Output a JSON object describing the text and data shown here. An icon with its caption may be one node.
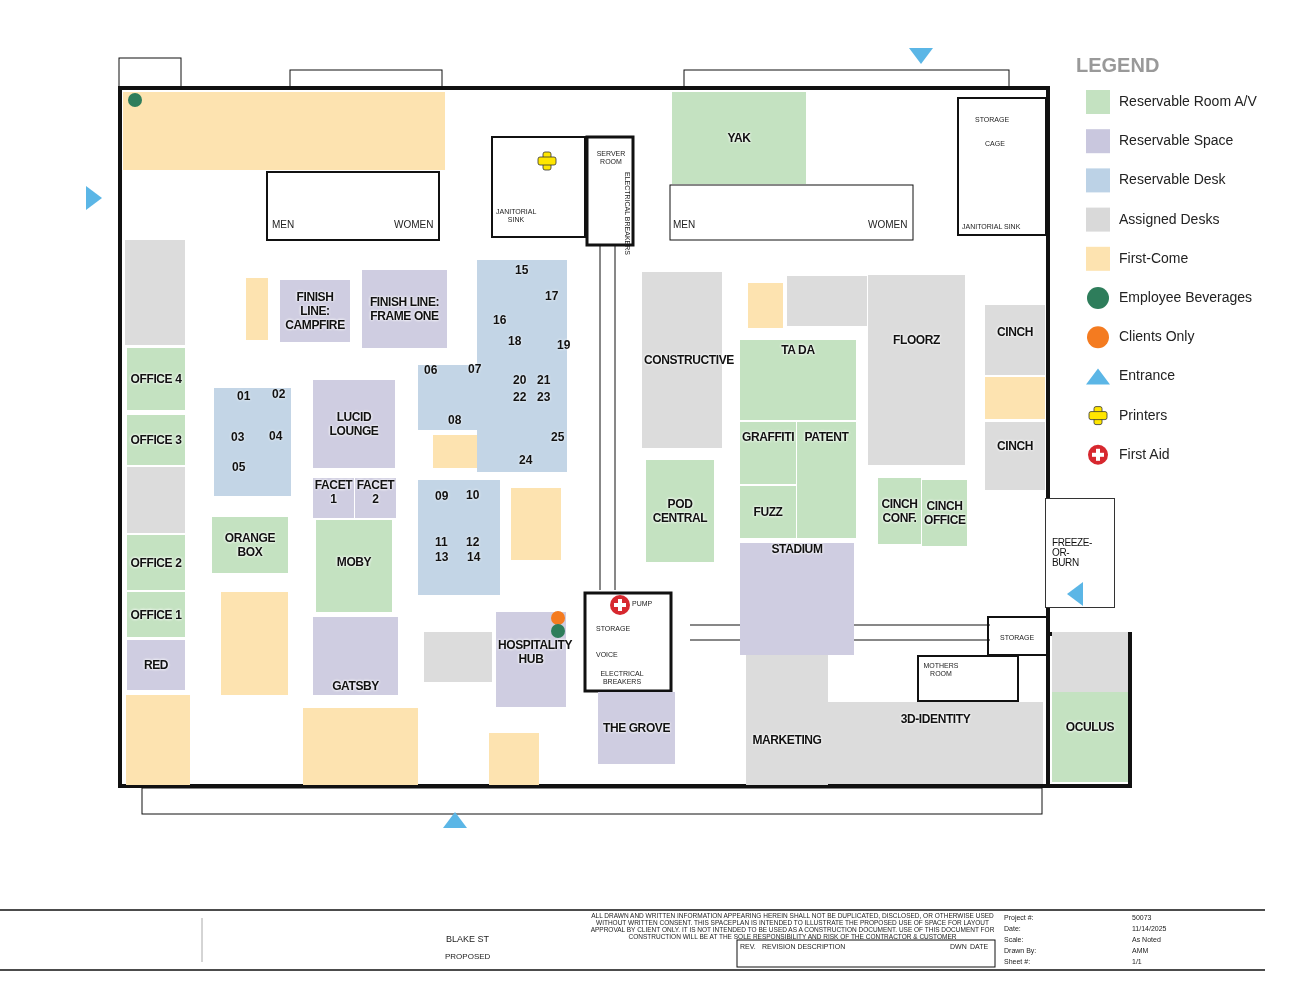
{
  "diagram": {
    "nodes": [
      {
        "text": [],
        "shape": "box"
      },
      {
        "text": [
          "YAK"
        ]
      },
      {
        "text": [],
        "shape": "box"
      },
      {
        "text": [],
        "shape": "box"
      },
      {
        "text": [
          "FINISH LINE: CAMPFIRE"
        ]
      },
      {
        "text": [
          "FINISH LINE: FRAME ONE"
        ]
      },
      {
        "text": [
          "15",
          "16",
          "17",
          "18",
          "19",
          "20",
          "21",
          "22",
          "23",
          "24",
          "25"
        ]
      },
      {
        "text": [
          "CONSTRUCTIVE"
        ]
      },
      {
        "text": [],
        "shape": "box"
      },
      {
        "text": [],
        "shape": "box"
      },
      {
        "text": [
          "FLOORZ"
        ]
      },
      {
        "text": [
          "CINCH"
        ]
      },
      {
        "text": [
          "OFFICE 4"
        ]
      },
      {
        "text": [
          "01",
          "02",
          "03",
          "04",
          "05"
        ]
      },
      {
        "text": [
          "LUCID LOUNGE"
        ]
      },
      {
        "text": [
          "06",
          "07",
          "08"
        ]
      },
      {
        "text": [
          "TA DA"
        ]
      },
      {
        "text": [],
        "shape": "box"
      },
      {
        "text": [
          "OFFICE 3"
        ]
      },
      {
        "text": [
          "GRAFFITI"
        ]
      },
      {
        "text": [
          "PATENT"
        ]
      },
      {
        "text": [
          "CINCH"
        ]
      },
      {
        "text": [],
        "shape": "box"
      },
      {
        "text": [],
        "shape": "box"
      },
      {
        "text": [
          "FACET 1"
        ]
      },
      {
        "text": [
          "FACET 2"
        ]
      },
      {
        "text": [
          "09",
          "10",
          "11",
          "12",
          "13",
          "14"
        ]
      },
      {
        "text": [],
        "shape": "box"
      },
      {
        "text": [
          "POD CENTRAL"
        ]
      },
      {
        "text": [
          "CINCH CONF."
        ]
      },
      {
        "text": [
          "CINCH OFFICE"
        ]
      },
      {
        "text": [
          "FUZZ"
        ]
      },
      {
        "text": [
          "ORANGE BOX"
        ]
      },
      {
        "text": [
          "MOBY"
        ]
      },
      {
        "text": [
          "FREEZE-OR-BURN"
        ]
      },
      {
        "text": [
          "OFFICE 2"
        ]
      },
      {
        "text": [
          "STADIUM"
        ]
      },
      {
        "text": [],
        "shape": "box"
      },
      {
        "text": [
          "OFFICE 1"
        ]
      },
      {
        "text": [],
        "shape": "box"
      },
      {
        "text": [
          "GATSBY"
        ]
      },
      {
        "text": [
          "HOSPITALITY HUB"
        ]
      },
      {
        "text": [
          "RED"
        ]
      },
      {
        "text": [],
        "shape": "box"
      },
      {
        "text": [
          "THE GROVE"
        ]
      },
      {
        "text": [
          "MARKETING"
        ]
      },
      {
        "text": [
          "3D-IDENTITY"
        ]
      },
      {
        "text": [
          "OCULUS"
        ]
      },
      {
        "text": [],
        "shape": "box"
      },
      {
        "text": [],
        "shape": "box"
      },
      {
        "text": [],
        "shape": "box"
      }
    ],
    "edges": [],
    "labels": [
      "MEN",
      "WOMEN",
      "JANITORIAL SINK",
      "SERVER ROOM",
      "ELECTRICAL BREAKERS",
      "MEN",
      "WOMEN",
      "STORAGE",
      "CAGE",
      "JANITORIAL SINK",
      "PUMP",
      "STORAGE",
      "VOICE",
      "ELECTRICAL BREAKERS",
      "STORAGE",
      "MOTHERS ROOM",
      "LEGEND",
      "BLAKE ST",
      "PROPOSED",
      "ALL DRAWN AND WRITTEN INFORMATION APPEARING HEREIN SHALL NOT BE DUPLICATED, DISCLOSED, OR OTHERWISE USED WITHOUT WRITTEN CONSENT. THIS SPACEPLAN IS INTENDED TO ILLUSTRATE THE PROPOSED USE OF SPACE FOR LAYOUT APPROVAL BY CLIENT ONLY. IT IS NOT INTENDED TO BE USED AS A CONSTRUCTION DOCUMENT. USE OF THIS DOCUMENT FOR CONSTRUCTION WILL BE AT THE SOLE RESPONSIBILITY AND RISK OF THE CONTRACTOR & CUSTOMER",
      "REV.",
      "REVISION DESCRIPTION",
      "DWN",
      "DATE",
      "Project #:",
      "50073",
      "Date:",
      "11/14/2025",
      "Scale:",
      "As Noted",
      "Drawn By:",
      "AMM",
      "Sheet #:",
      "1/1"
    ],
    "legend": [
      {
        "text": "Reservable Room A/V",
        "color": "#c4e2c1"
      },
      {
        "text": "Reservable Space",
        "color": "#c9c7de"
      },
      {
        "text": "Reservable Desk",
        "color": "#bcd2e6"
      },
      {
        "text": "Assigned Desks",
        "color": "#d9d9d9"
      },
      {
        "text": "First-Come",
        "color": "#fde3b0"
      },
      {
        "text": "Employee Beverages",
        "color": "#2e7d5b"
      },
      {
        "text": "Clients Only",
        "color": "#f47b20"
      },
      {
        "text": "Entrance"
      },
      {
        "text": "Printers"
      },
      {
        "text": "First Aid"
      }
    ]
  }
}
